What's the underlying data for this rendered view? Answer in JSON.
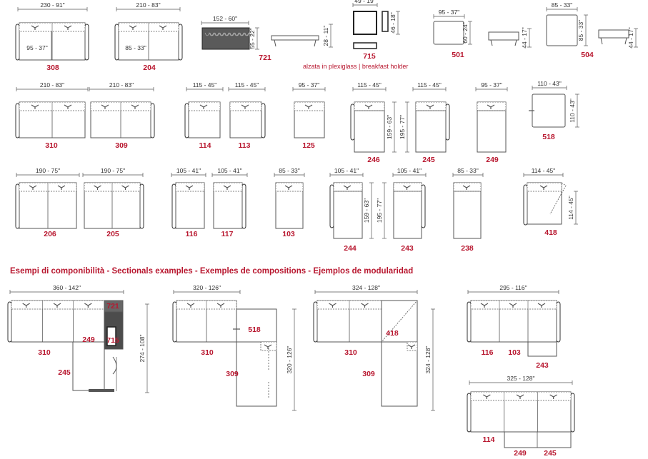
{
  "section_title": "Esempi di componibilità  -  Sectionals examples - Exemples de compositions - Ejemplos de modularidad",
  "plexi_note": "alzata in plexiglass | breakfast holder",
  "colors": {
    "accent": "#b8172f",
    "line": "#555555",
    "dark": "#333333"
  },
  "modules": [
    {
      "id": "m308",
      "code": "308",
      "width": "230 - 91\"",
      "depth": "95 - 37\""
    },
    {
      "id": "m204",
      "code": "204",
      "width": "210 - 83\"",
      "depth": "85 - 33\""
    },
    {
      "id": "m721",
      "code": "721",
      "width": "152 - 60\"",
      "depth": "55 - 22\"",
      "height": "28 - 11\""
    },
    {
      "id": "m715",
      "code": "715",
      "width": "49 - 19\"",
      "depth": "46 - 18\""
    },
    {
      "id": "m501",
      "code": "501",
      "width": "95 - 37\"",
      "depth": "60 - 24\"",
      "height": "44 - 17\""
    },
    {
      "id": "m504",
      "code": "504",
      "width": "85 - 33\"",
      "depth": "85 - 33\"",
      "height": "44 - 17\""
    },
    {
      "id": "m310",
      "code": "310",
      "width": "210 - 83\""
    },
    {
      "id": "m309",
      "code": "309",
      "width": "210 - 83\""
    },
    {
      "id": "m114",
      "code": "114",
      "width": "115 - 45\""
    },
    {
      "id": "m113",
      "code": "113",
      "width": "115 - 45\""
    },
    {
      "id": "m125",
      "code": "125",
      "width": "95 - 37\""
    },
    {
      "id": "m246",
      "code": "246",
      "width": "115 - 45\"",
      "depth": "159 - 63\""
    },
    {
      "id": "m245",
      "code": "245",
      "width": "115 - 45\"",
      "depth": "195 - 77\""
    },
    {
      "id": "m249",
      "code": "249",
      "width": "95 - 37\""
    },
    {
      "id": "m518",
      "code": "518",
      "width": "110 - 43\"",
      "depth": "110 - 43\""
    },
    {
      "id": "m206",
      "code": "206",
      "width": "190 - 75\""
    },
    {
      "id": "m205",
      "code": "205",
      "width": "190 - 75\""
    },
    {
      "id": "m116",
      "code": "116",
      "width": "105 - 41\""
    },
    {
      "id": "m117",
      "code": "117",
      "width": "105 - 41\""
    },
    {
      "id": "m103",
      "code": "103",
      "width": "85 - 33\""
    },
    {
      "id": "m244",
      "code": "244",
      "width": "105 - 41\"",
      "depth": "159 - 63\""
    },
    {
      "id": "m243",
      "code": "243",
      "width": "105 - 41\"",
      "depth": "195 - 77\""
    },
    {
      "id": "m238",
      "code": "238",
      "width": "85 - 33\""
    },
    {
      "id": "m418",
      "code": "418",
      "width": "114 - 45\"",
      "depth": "114 - 45\""
    }
  ],
  "compositions": [
    {
      "id": "c1",
      "width": "360 - 142\"",
      "depth": "274 - 108\"",
      "codes": [
        "310",
        "249",
        "721",
        "715",
        "245"
      ]
    },
    {
      "id": "c2",
      "width": "320 - 126\"",
      "depth": "320 - 126\"",
      "codes": [
        "310",
        "518",
        "309"
      ]
    },
    {
      "id": "c3",
      "width": "324 - 128\"",
      "depth": "324 - 128\"",
      "codes": [
        "310",
        "418",
        "309"
      ]
    },
    {
      "id": "c4",
      "width": "295 - 116\"",
      "codes": [
        "116",
        "103",
        "243"
      ]
    },
    {
      "id": "c5",
      "width": "325 - 128\"",
      "codes": [
        "114",
        "249",
        "245"
      ]
    }
  ]
}
